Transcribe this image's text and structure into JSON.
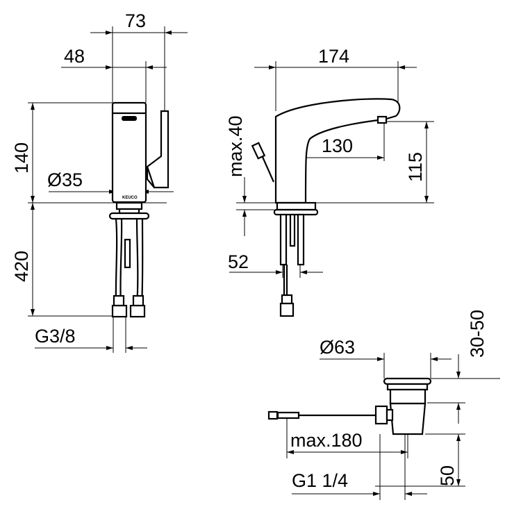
{
  "brand_logo": "KEUCO",
  "dimensions": {
    "width_73": "73",
    "width_48": "48",
    "height_140": "140",
    "diameter_35": "Ø35",
    "height_420": "420",
    "thread_g38": "G3/8",
    "length_174": "174",
    "max_40": "max.40",
    "length_130": "130",
    "height_115": "115",
    "width_52": "52",
    "diameter_63": "Ø63",
    "range_30_50": "30-50",
    "max_180": "max.180",
    "height_50": "50",
    "thread_g114": "G1 1/4"
  }
}
